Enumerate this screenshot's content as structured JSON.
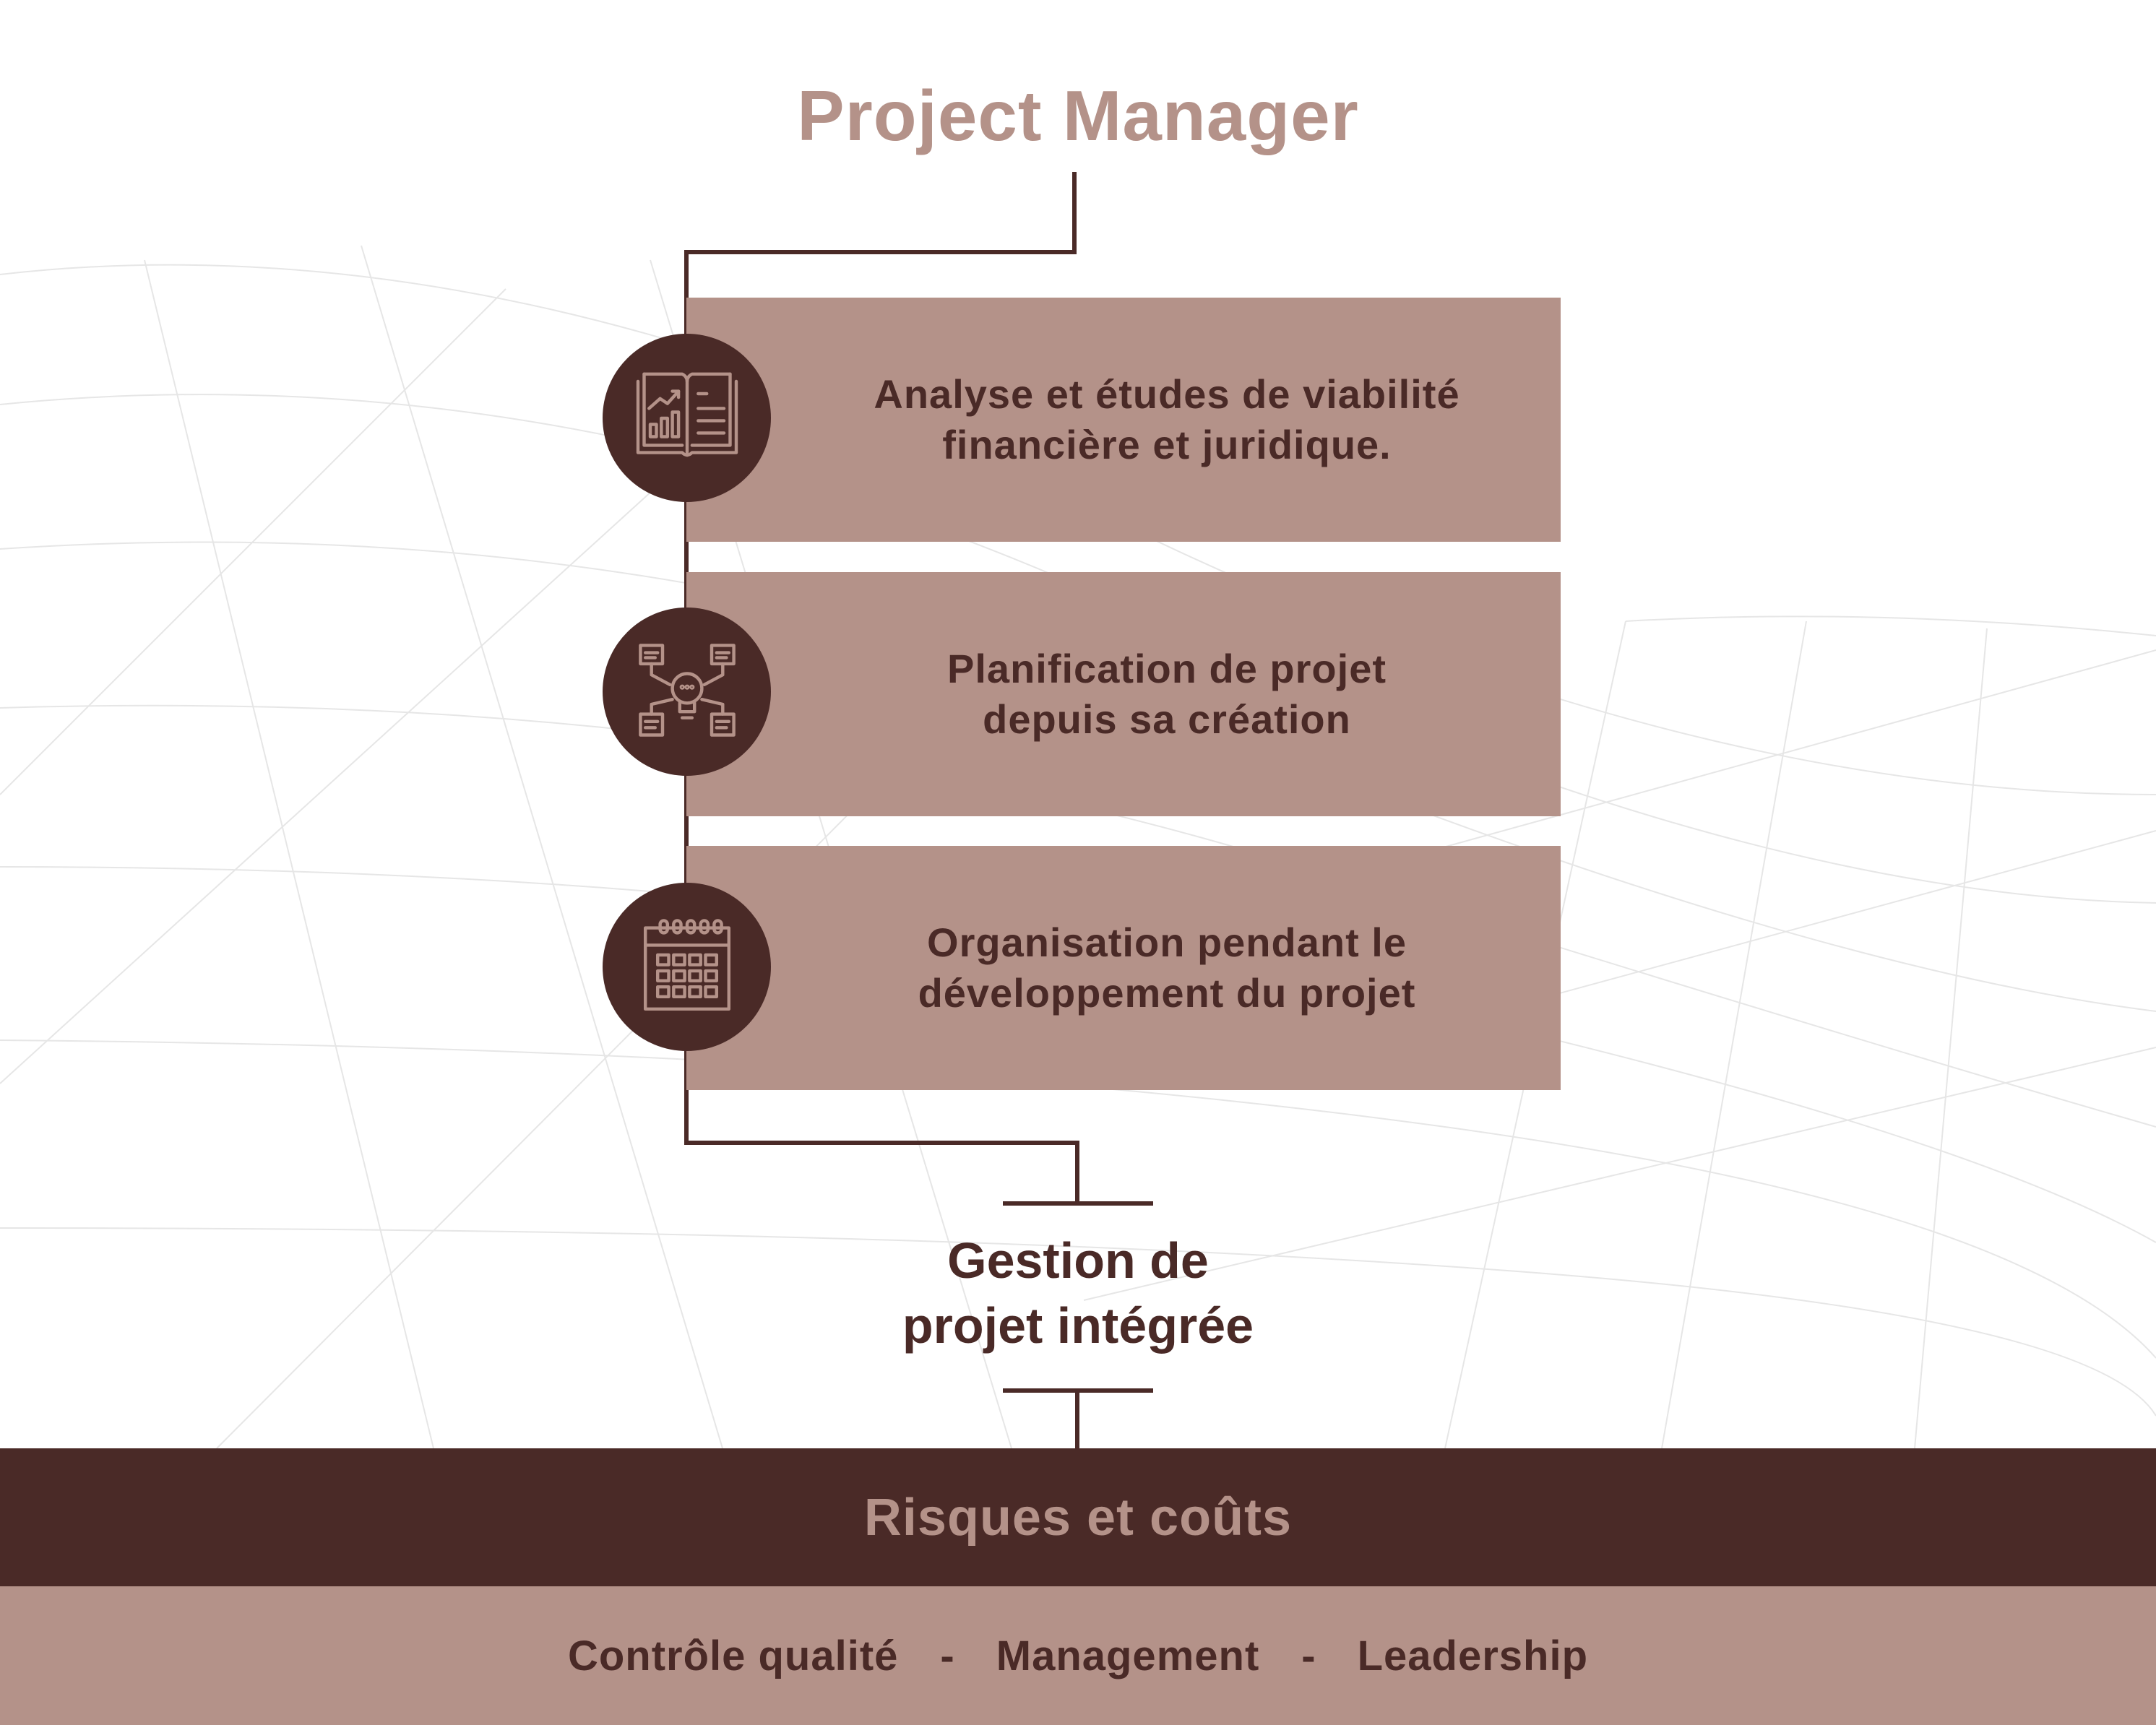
{
  "title": "Project Manager",
  "steps": [
    {
      "icon": "financial-report-book-icon",
      "line1": "Analyse et études de viabilité",
      "line2": "financière et juridique."
    },
    {
      "icon": "idea-planning-icon",
      "line1": "Planification de projet",
      "line2": "depuis sa création"
    },
    {
      "icon": "calendar-icon",
      "line1": "Organisation pendant le",
      "line2": "développement du projet"
    }
  ],
  "result": {
    "line1": "Gestion de",
    "line2": "projet intégrée"
  },
  "risks_band": {
    "label": "Risques et coûts"
  },
  "skills_band": {
    "items": [
      "Contrôle qualité",
      "Management",
      "Leadership"
    ],
    "separator": "-"
  },
  "colors": {
    "dark": "#4a2a27",
    "medium": "#b49289",
    "background": "#ffffff"
  }
}
